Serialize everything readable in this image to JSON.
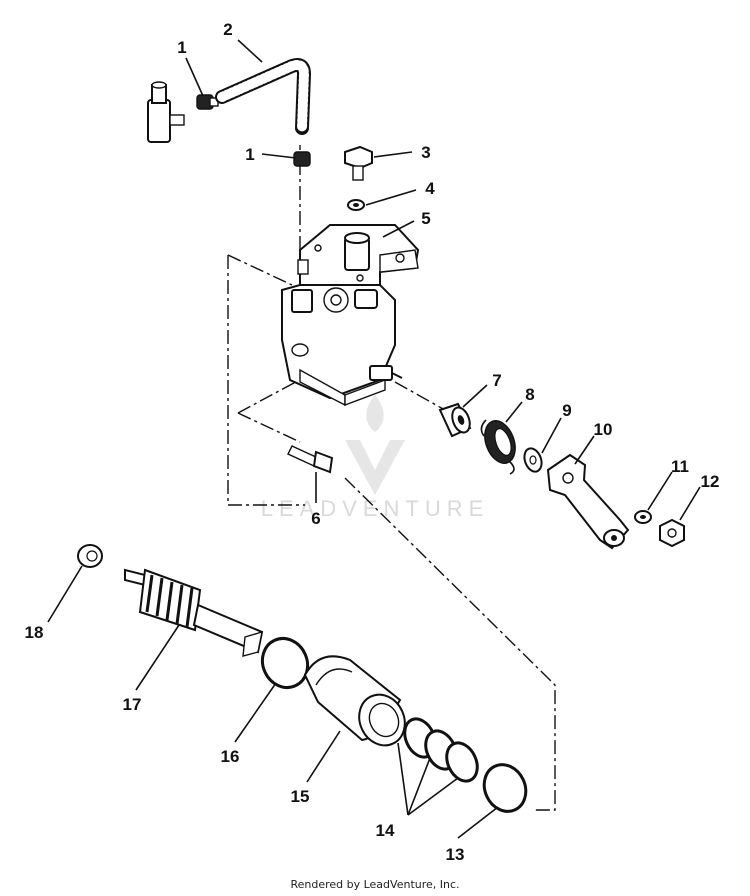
{
  "watermark": {
    "text": "LEADVENTURE"
  },
  "footer": {
    "text": "Rendered by LeadVenture, Inc."
  },
  "callouts": [
    {
      "id": "1a",
      "label": "1"
    },
    {
      "id": "2",
      "label": "2"
    },
    {
      "id": "1b",
      "label": "1"
    },
    {
      "id": "3",
      "label": "3"
    },
    {
      "id": "4",
      "label": "4"
    },
    {
      "id": "5",
      "label": "5"
    },
    {
      "id": "7",
      "label": "7"
    },
    {
      "id": "8",
      "label": "8"
    },
    {
      "id": "9",
      "label": "9"
    },
    {
      "id": "10",
      "label": "10"
    },
    {
      "id": "11",
      "label": "11"
    },
    {
      "id": "12",
      "label": "12"
    },
    {
      "id": "6",
      "label": "6"
    },
    {
      "id": "18",
      "label": "18"
    },
    {
      "id": "17",
      "label": "17"
    },
    {
      "id": "16",
      "label": "16"
    },
    {
      "id": "15",
      "label": "15"
    },
    {
      "id": "14",
      "label": "14"
    },
    {
      "id": "13",
      "label": "13"
    }
  ]
}
